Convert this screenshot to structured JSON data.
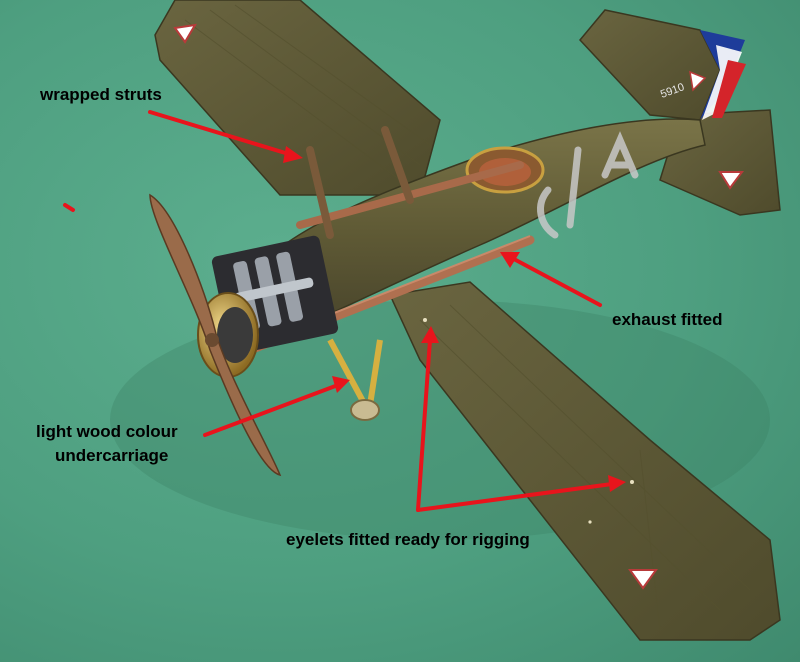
{
  "annotations": {
    "wrapped_struts": "wrapped struts",
    "exhaust_fitted": "exhaust fitted",
    "light_wood_line1": "light wood colour",
    "light_wood_line2": "undercarriage",
    "eyelets": "eyelets fitted ready for rigging"
  },
  "markings": {
    "serial": "5910"
  },
  "colors": {
    "background": "#4f9e80",
    "olive_drab": "#5e5a35",
    "arrow_red": "#e8141c",
    "wood": "#b07050",
    "brass": "#c8a040"
  }
}
